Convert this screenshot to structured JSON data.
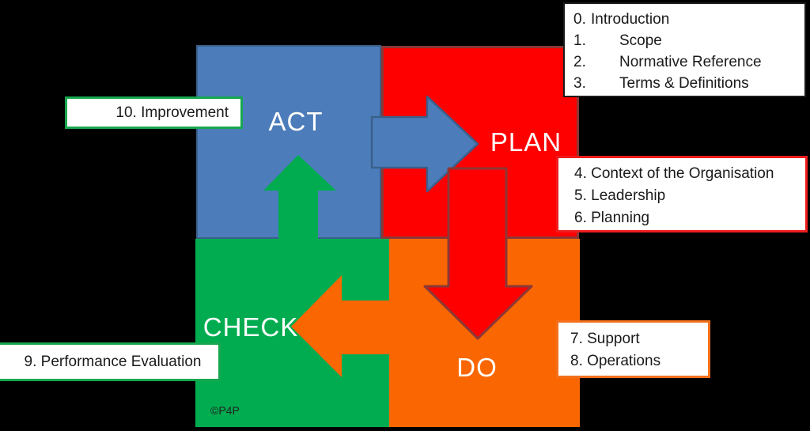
{
  "quadrants": {
    "act": {
      "label": "ACT",
      "fill": "#4C7DBA",
      "border": "#3A5F8B"
    },
    "plan": {
      "label": "PLAN",
      "fill": "#FE0000",
      "border": "#8C3836"
    },
    "check": {
      "label": "CHECK",
      "fill": "#00AC4F"
    },
    "do": {
      "label": "DO",
      "fill": "#FA6602"
    }
  },
  "arrows": {
    "act_to_plan": {
      "fill": "#4C7DBA",
      "stroke": "#3A5F8B"
    },
    "plan_to_do": {
      "fill": "#FE0000",
      "stroke": "#8C3836"
    },
    "do_to_check": {
      "fill": "#FA6602"
    },
    "check_to_act": {
      "fill": "#00AC4F"
    }
  },
  "callouts": {
    "intro": {
      "border": "#1a1a1a",
      "items": [
        {
          "num": "0.",
          "label": "Introduction"
        },
        {
          "num": "1.",
          "label": "Scope"
        },
        {
          "num": "2.",
          "label": "Normative Reference"
        },
        {
          "num": "3.",
          "label": "Terms & Definitions"
        }
      ]
    },
    "context": {
      "border": "#EE1C1C",
      "items": [
        "4. Context of the Organisation",
        "5. Leadership",
        "6. Planning"
      ]
    },
    "support": {
      "border": "#F4711D",
      "items": [
        "7. Support",
        "8. Operations"
      ]
    },
    "improvement": {
      "border": "#17A74F",
      "text": "10. Improvement"
    },
    "performance": {
      "border": "#17A74F",
      "text": "9. Performance Evaluation"
    }
  },
  "watermark": "©P4P"
}
